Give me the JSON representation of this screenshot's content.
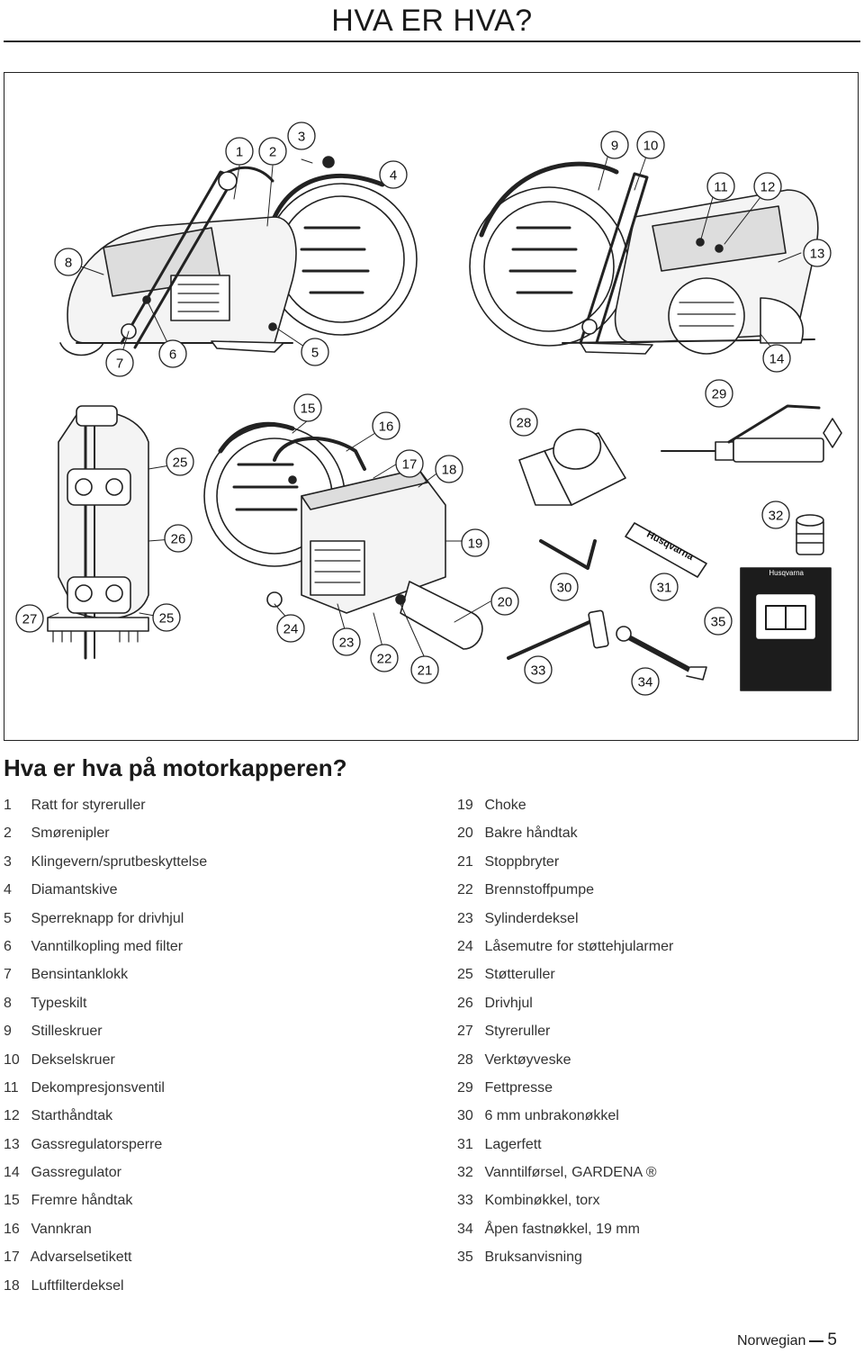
{
  "page": {
    "title": "HVA ER HVA?"
  },
  "figure": {
    "callouts": [
      "1",
      "2",
      "3",
      "4",
      "5",
      "6",
      "7",
      "8",
      "9",
      "10",
      "11",
      "12",
      "13",
      "14",
      "15",
      "16",
      "17",
      "18",
      "19",
      "20",
      "21",
      "22",
      "23",
      "24",
      "25",
      "25",
      "26",
      "27",
      "28",
      "29",
      "30",
      "31",
      "32",
      "33",
      "34",
      "35"
    ],
    "brand_label": "Husqvarna",
    "manual_brand": "Husqvarna"
  },
  "section": {
    "heading": "Hva er hva på motorkapperen?"
  },
  "parts_left": [
    {
      "num": "1",
      "label": "Ratt for styreruller"
    },
    {
      "num": "2",
      "label": "Smørenipler"
    },
    {
      "num": "3",
      "label": "Klingevern/sprutbeskyttelse"
    },
    {
      "num": "4",
      "label": "Diamantskive"
    },
    {
      "num": "5",
      "label": "Sperreknapp for drivhjul"
    },
    {
      "num": "6",
      "label": "Vanntilkopling med filter"
    },
    {
      "num": "7",
      "label": "Bensintanklokk"
    },
    {
      "num": "8",
      "label": "Typeskilt"
    },
    {
      "num": "9",
      "label": "Stilleskruer"
    },
    {
      "num": "10",
      "label": "Dekselskruer"
    },
    {
      "num": "11",
      "label": "Dekompresjonsventil"
    },
    {
      "num": "12",
      "label": "Starthåndtak"
    },
    {
      "num": "13",
      "label": "Gassregulatorsperre"
    },
    {
      "num": "14",
      "label": "Gassregulator"
    },
    {
      "num": "15",
      "label": "Fremre håndtak"
    },
    {
      "num": "16",
      "label": "Vannkran"
    },
    {
      "num": "17",
      "label": "Advarselsetikett"
    },
    {
      "num": "18",
      "label": "Luftfilterdeksel"
    }
  ],
  "parts_right": [
    {
      "num": "19",
      "label": "Choke"
    },
    {
      "num": "20",
      "label": "Bakre håndtak"
    },
    {
      "num": "21",
      "label": "Stoppbryter"
    },
    {
      "num": "22",
      "label": "Brennstoffpumpe"
    },
    {
      "num": "23",
      "label": "Sylinderdeksel"
    },
    {
      "num": "24",
      "label": "Låsemutre for støttehjularmer"
    },
    {
      "num": "25",
      "label": "Støtteruller"
    },
    {
      "num": "26",
      "label": "Drivhjul"
    },
    {
      "num": "27",
      "label": "Styreruller"
    },
    {
      "num": "28",
      "label": "Verktøyveske"
    },
    {
      "num": "29",
      "label": "Fettpresse"
    },
    {
      "num": "30",
      "label": "6 mm unbrakonøkkel"
    },
    {
      "num": "31",
      "label": "Lagerfett"
    },
    {
      "num": "32",
      "label": "Vanntilførsel, GARDENA ®"
    },
    {
      "num": "33",
      "label": "Kombinøkkel, torx"
    },
    {
      "num": "34",
      "label": "Åpen fastnøkkel, 19 mm"
    },
    {
      "num": "35",
      "label": "Bruksanvisning"
    }
  ],
  "footer": {
    "language": "Norwegian",
    "page_number": "5"
  }
}
